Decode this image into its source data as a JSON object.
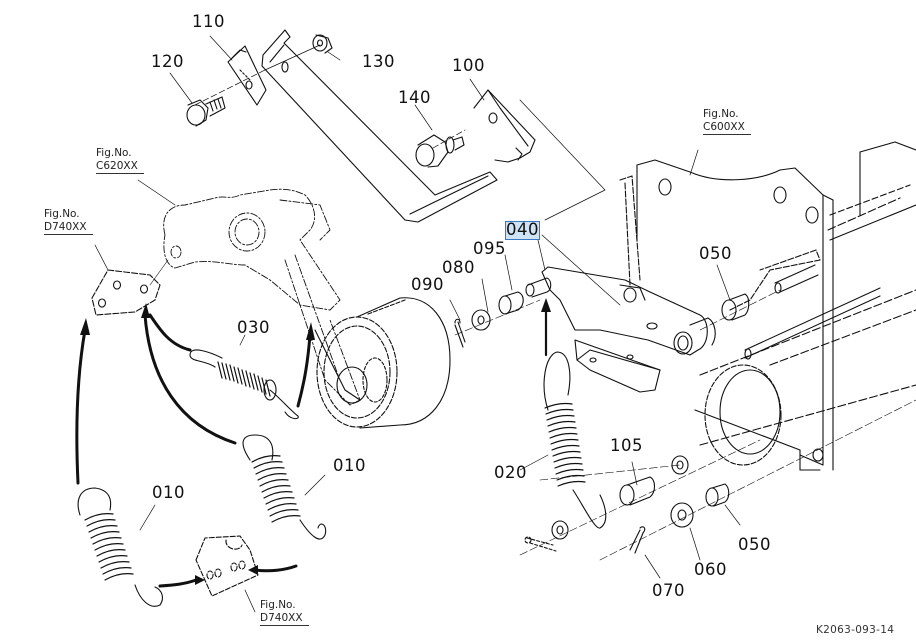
{
  "diagram": {
    "title": "Tension spring / belt tension arm assembly (exploded parts view)",
    "reference_code": "K2063-093-14",
    "highlight_color": "#cfe3f7",
    "highlight_border": "#3b78c2",
    "line_color": "#111111",
    "parts": [
      {
        "id": "p110",
        "label": "110"
      },
      {
        "id": "p120",
        "label": "120"
      },
      {
        "id": "p130",
        "label": "130"
      },
      {
        "id": "p100",
        "label": "100"
      },
      {
        "id": "p140",
        "label": "140"
      },
      {
        "id": "p040",
        "label": "040",
        "highlighted": true
      },
      {
        "id": "p095",
        "label": "095"
      },
      {
        "id": "p080",
        "label": "080"
      },
      {
        "id": "p090",
        "label": "090"
      },
      {
        "id": "p050a",
        "label": "050"
      },
      {
        "id": "p030",
        "label": "030"
      },
      {
        "id": "p010a",
        "label": "010"
      },
      {
        "id": "p010b",
        "label": "010"
      },
      {
        "id": "p020",
        "label": "020"
      },
      {
        "id": "p105",
        "label": "105"
      },
      {
        "id": "p050b",
        "label": "050"
      },
      {
        "id": "p060",
        "label": "060"
      },
      {
        "id": "p070",
        "label": "070"
      }
    ],
    "figure_refs": [
      {
        "id": "fig-c620",
        "prefix": "Fig.No.",
        "code": "C620XX"
      },
      {
        "id": "fig-d740-top",
        "prefix": "Fig.No.",
        "code": "D740XX"
      },
      {
        "id": "fig-c600",
        "prefix": "Fig.No.",
        "code": "C600XX"
      },
      {
        "id": "fig-d740-bottom",
        "prefix": "Fig.No.",
        "code": "D740XX"
      }
    ]
  }
}
